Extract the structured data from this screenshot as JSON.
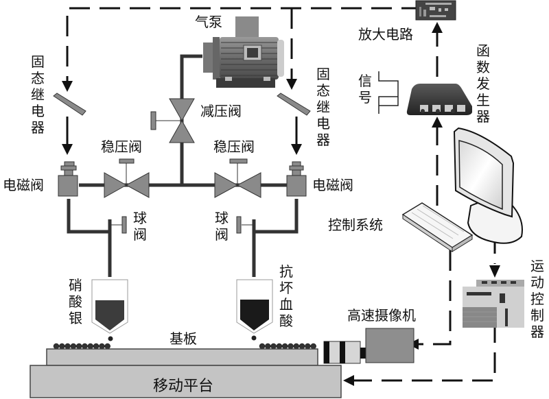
{
  "labels": {
    "air_pump": "气泵",
    "pressure_reducing_valve": "减压阀",
    "regulator_left": "稳压阀",
    "regulator_right": "稳压阀",
    "solenoid_left": "电磁阀",
    "solenoid_right": "电磁阀",
    "relay_left": [
      "固",
      "态",
      "继",
      "电",
      "器"
    ],
    "relay_right": [
      "固",
      "态",
      "继",
      "电",
      "器"
    ],
    "ball_valve_left": [
      "球",
      "阀"
    ],
    "ball_valve_right": [
      "球",
      "阀"
    ],
    "silver_nitrate": [
      "硝",
      "酸",
      "银"
    ],
    "ascorbic_acid": [
      "抗",
      "坏",
      "血",
      "酸"
    ],
    "substrate": "基板",
    "moving_platform": "移动平台",
    "amplifier": "放大电路",
    "signal": [
      "信",
      "号"
    ],
    "function_generator": [
      "函",
      "数",
      "发",
      "生",
      "器"
    ],
    "control_system": "控制系统",
    "motion_controller": [
      "运",
      "动",
      "控",
      "制",
      "器"
    ],
    "high_speed_camera": "高速摄像机"
  },
  "colors": {
    "pipe": "#333333",
    "valve_fill": "#8a8a8a",
    "platform_fill": "#c4c4c4",
    "silver_nitrate_fluid": "#3c3c3c",
    "ascorbic_fluid": "#1a1a1a",
    "camera_body": "#8e8e8e"
  }
}
